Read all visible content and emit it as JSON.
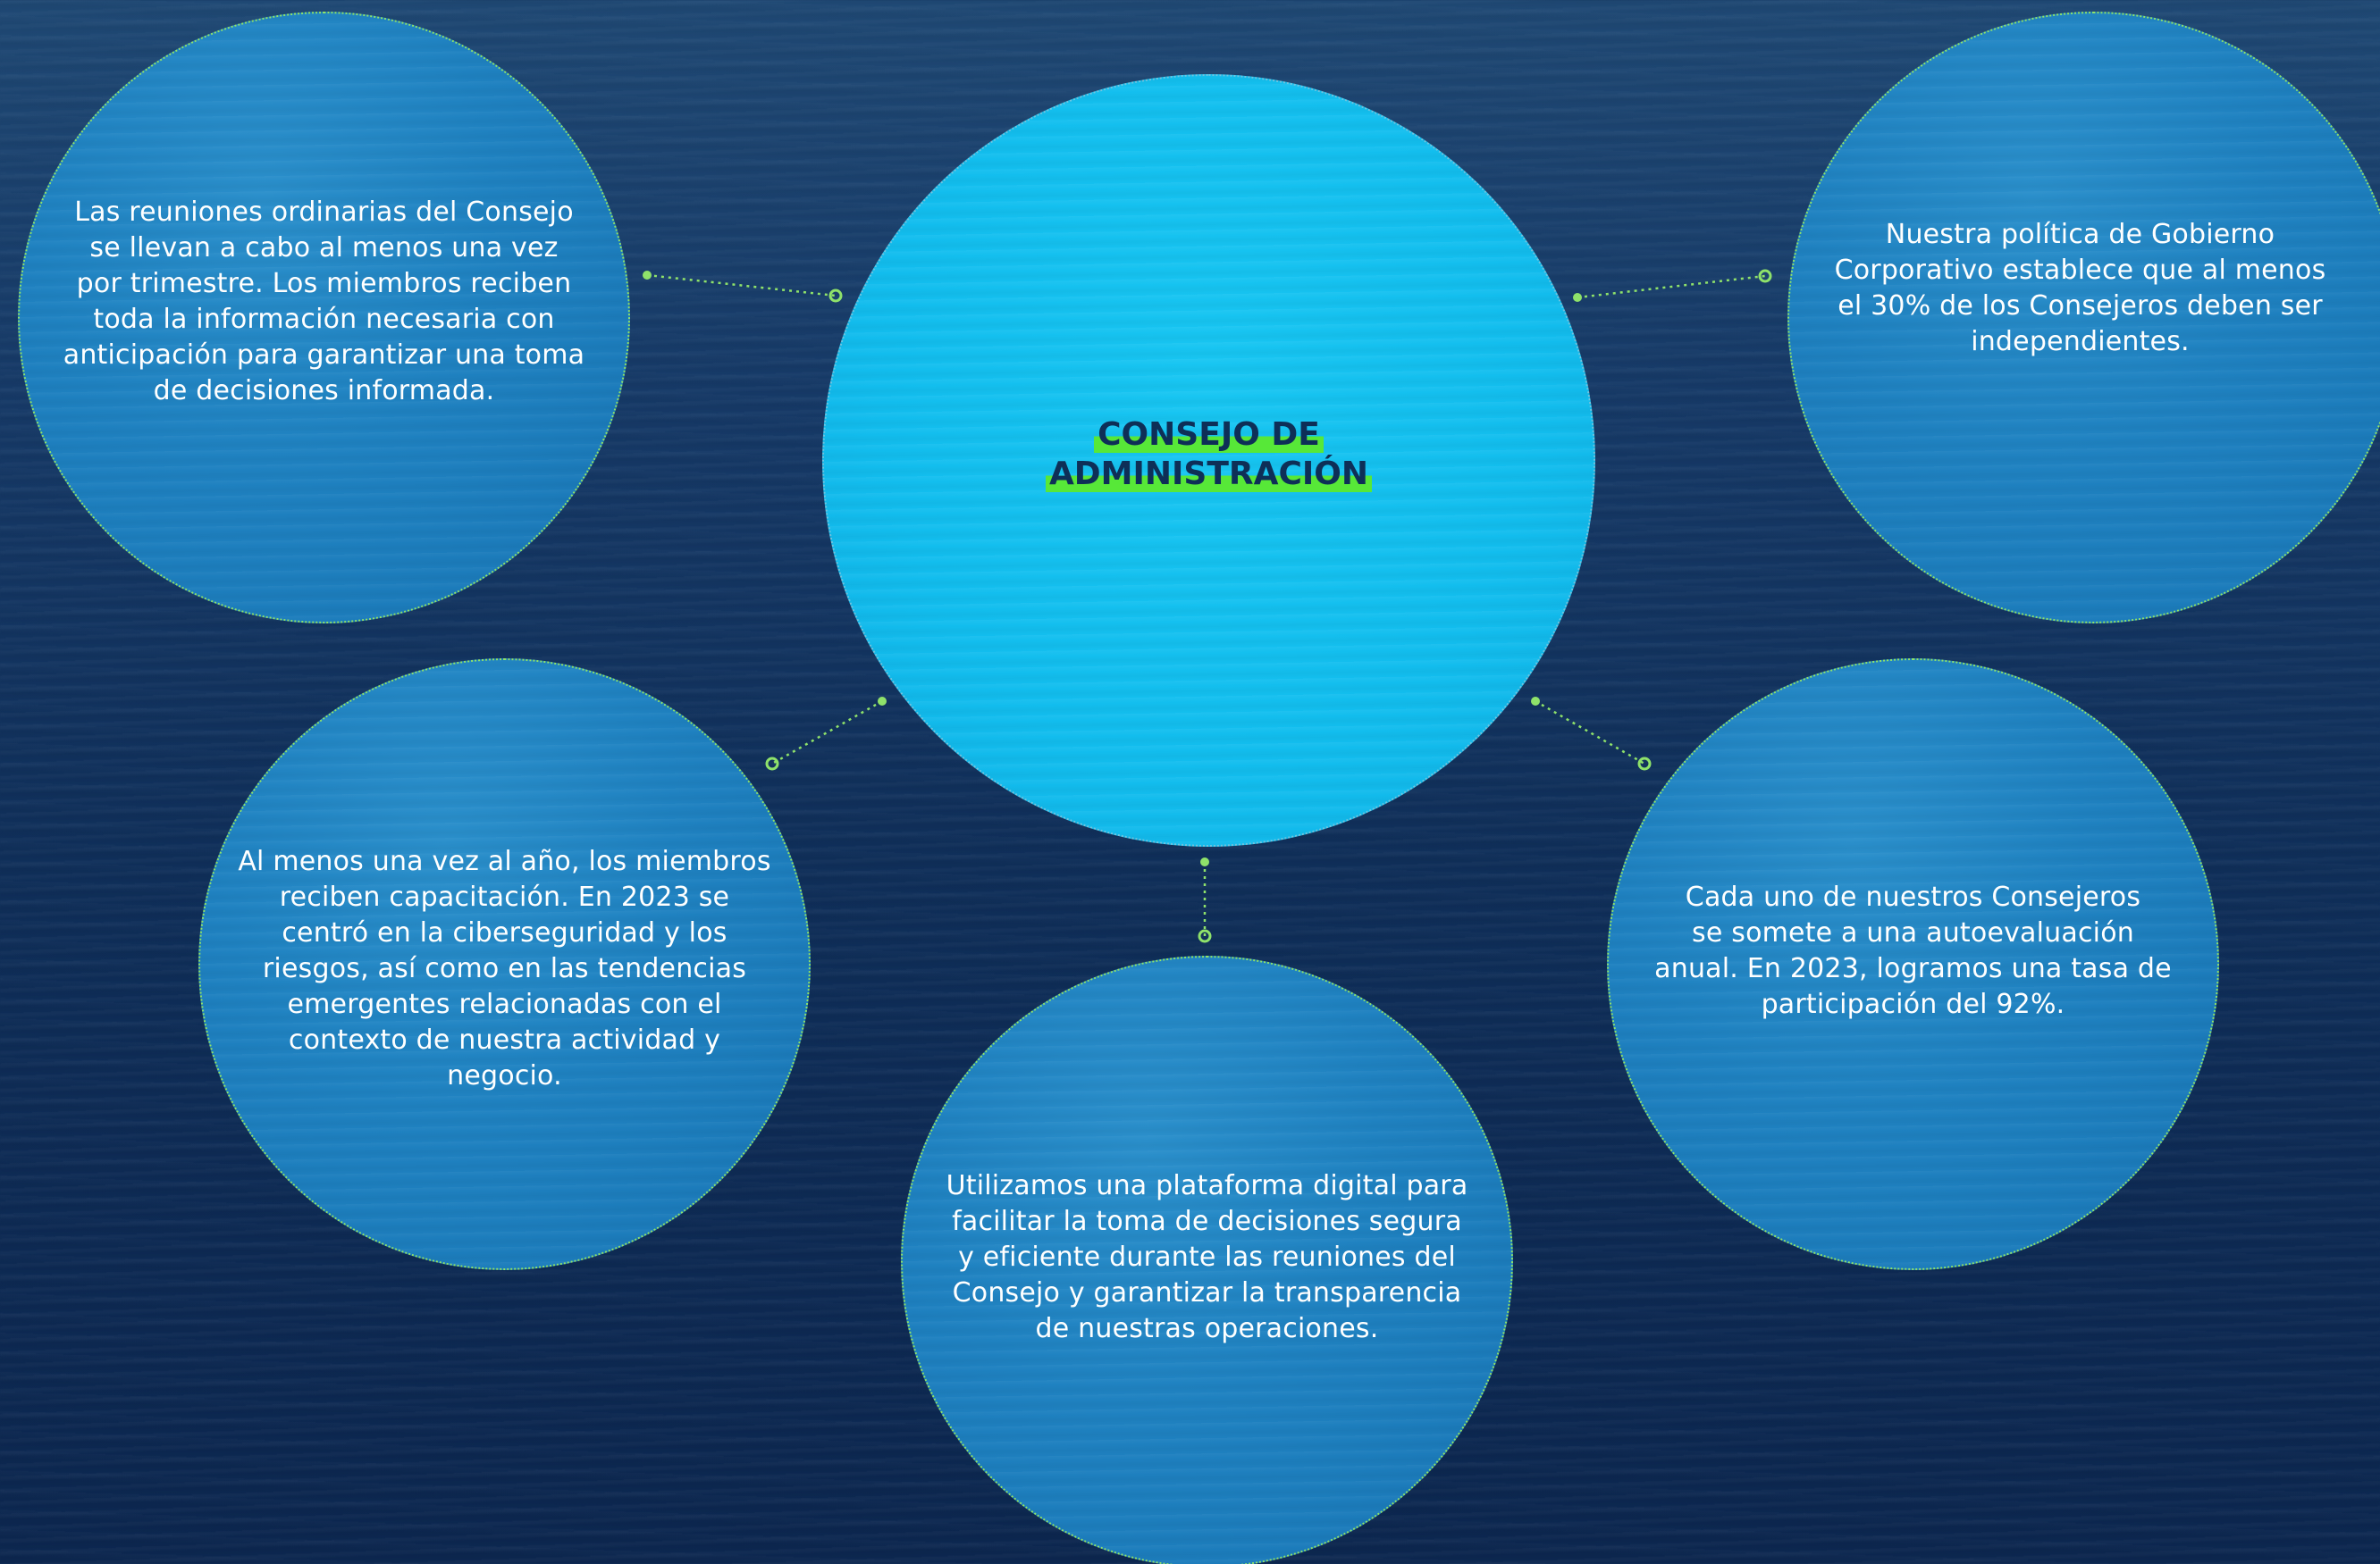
{
  "center": {
    "title_line1": "CONSEJO DE",
    "title_line2": "ADMINISTRACIÓN"
  },
  "bubbles": {
    "top_left": [
      "Las reuniones ordinarias del Consejo",
      "se llevan a cabo al menos una vez",
      "por trimestre. Los miembros reciben",
      "toda la información necesaria con",
      "anticipación para garantizar una toma",
      "de decisiones informada."
    ],
    "top_right": [
      "Nuestra política de Gobierno",
      "Corporativo establece que al menos",
      "el 30% de los Consejeros deben ser",
      "independientes."
    ],
    "mid_left": [
      "Al menos una vez al año, los miembros",
      "reciben capacitación. En 2023 se",
      "centró en la ciberseguridad y los",
      "riesgos, así como en las tendencias",
      "emergentes relacionadas con el",
      "contexto de nuestra actividad y",
      "negocio."
    ],
    "mid_right": [
      "Cada uno de nuestros Consejeros",
      "se somete a una autoevaluación",
      "anual. En 2023, logramos una tasa de",
      "participación del 92%."
    ],
    "bottom": [
      "Utilizamos una plataforma digital para",
      "facilitar la toma de decisiones segura",
      "y eficiente durante las reuniones del",
      "Consejo y garantizar la transparencia",
      "de nuestras operaciones."
    ]
  },
  "colors": {
    "connector": "#8fe26a",
    "center_fill": "#12bdee",
    "bubble_fill": "#1f82c1",
    "highlight": "#57e838",
    "title_text": "#0e2f57"
  }
}
